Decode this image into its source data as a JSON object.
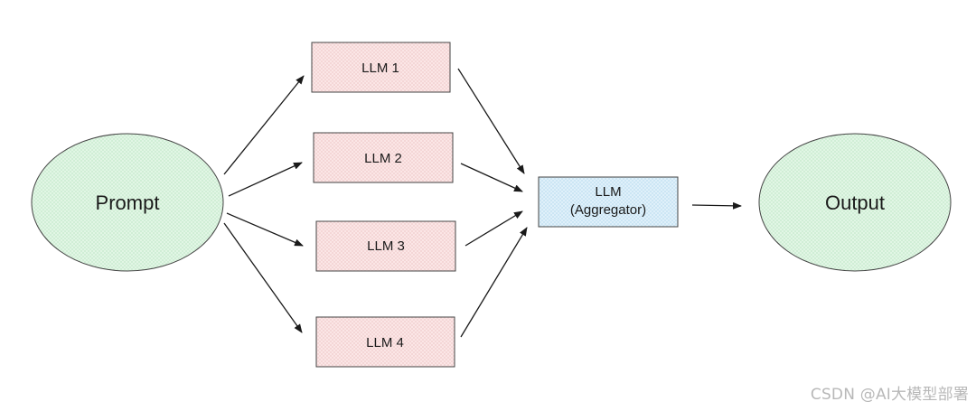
{
  "diagram": {
    "input_node": {
      "label": "Prompt"
    },
    "llm_nodes": [
      {
        "label": "LLM 1"
      },
      {
        "label": "LLM 2"
      },
      {
        "label": "LLM 3"
      },
      {
        "label": "LLM 4"
      }
    ],
    "aggregator_node": {
      "label_line1": "LLM",
      "label_line2": "(Aggregator)"
    },
    "output_node": {
      "label": "Output"
    }
  },
  "colors": {
    "input_output_fill": "#e3f6e6",
    "llm_fill": "#fbe6e6",
    "aggregator_fill": "#dff0fa",
    "stroke": "#333333"
  },
  "watermark": "CSDN @AI大模型部署"
}
